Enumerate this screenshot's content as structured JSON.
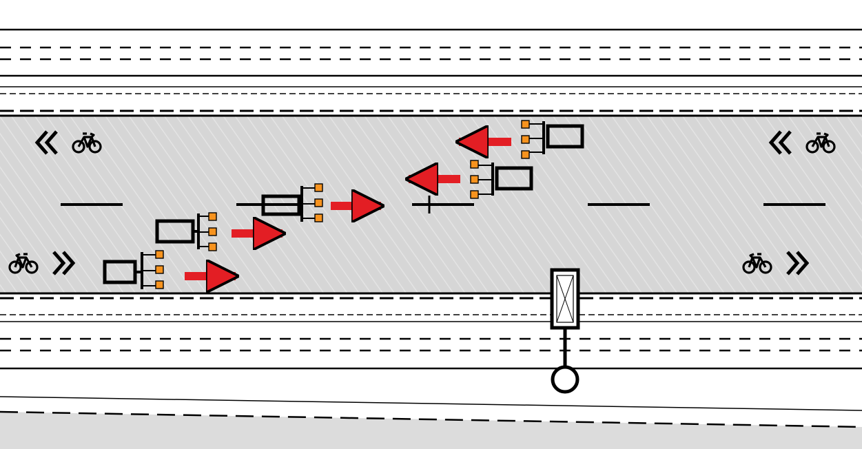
{
  "diagram": {
    "kind": "bicycle-lane-plan-view",
    "colors": {
      "background": "#ffffff",
      "lane_fill": "#d6d6d6",
      "lane_hatch": "#e6e6e6",
      "line": "#000000",
      "arrow": "#e31e24",
      "light": "#f7931e",
      "lower_area": "#dcdcdc"
    },
    "lane_markings": [
      {
        "name": "bicycle-marking-top-left",
        "direction": "left",
        "icon": "bicycle-icon"
      },
      {
        "name": "bicycle-marking-top-right",
        "direction": "left",
        "icon": "bicycle-icon"
      },
      {
        "name": "bicycle-marking-bottom-left",
        "direction": "right",
        "icon": "bicycle-icon"
      },
      {
        "name": "bicycle-marking-bottom-right",
        "direction": "right",
        "icon": "bicycle-icon"
      }
    ],
    "vehicles": [
      {
        "name": "vehicle-1",
        "direction": "right",
        "lights": 3
      },
      {
        "name": "vehicle-2",
        "direction": "right",
        "lights": 3
      },
      {
        "name": "vehicle-3",
        "direction": "right",
        "lights": 3
      },
      {
        "name": "vehicle-4",
        "direction": "left",
        "lights": 3
      },
      {
        "name": "vehicle-5",
        "direction": "left",
        "lights": 3
      }
    ],
    "fixtures": [
      {
        "name": "signal-post",
        "icon": "signal-post-icon"
      }
    ]
  }
}
